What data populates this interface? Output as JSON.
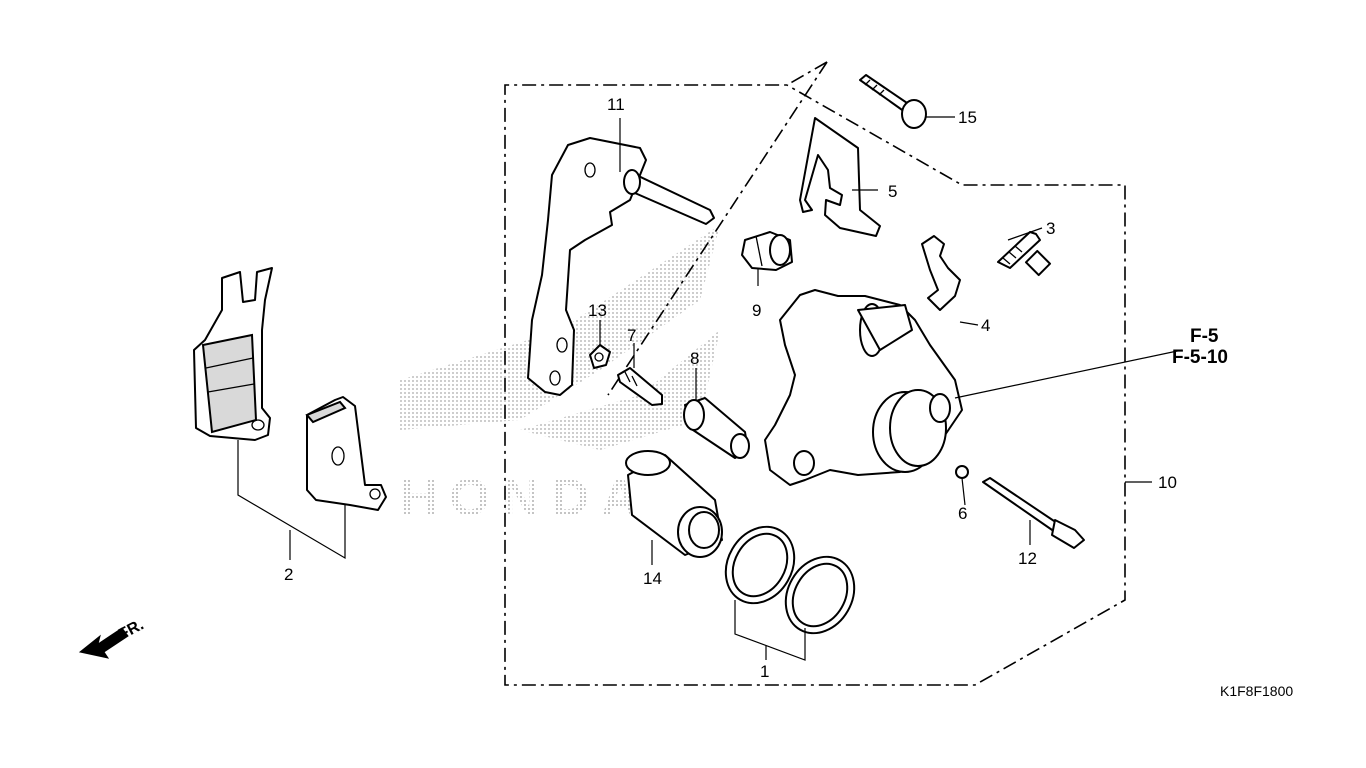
{
  "diagram": {
    "callouts": [
      "1",
      "2",
      "3",
      "4",
      "5",
      "6",
      "7",
      "8",
      "9",
      "10",
      "11",
      "12",
      "13",
      "14",
      "15"
    ],
    "references": [
      "F-5",
      "F-5-10"
    ],
    "direction_label": "FR.",
    "watermark_text": "HONDA",
    "diagram_code": "K1F8F1800"
  }
}
